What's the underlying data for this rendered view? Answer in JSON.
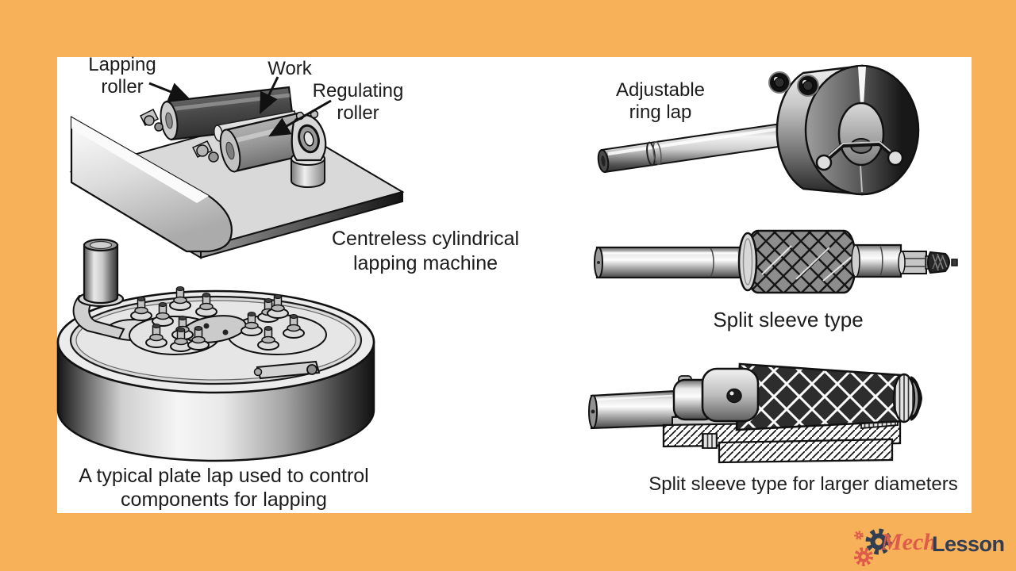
{
  "colors": {
    "background": "#F7B158",
    "card": "#FFFFFF",
    "text": "#1C1C1C",
    "logo_red": "#DE5A4B",
    "logo_navy": "#313D52"
  },
  "figures": {
    "machine": {
      "label_lapping_roller": "Lapping\nroller",
      "label_work": "Work",
      "label_regulating_roller": "Regulating\nroller",
      "caption": "Centreless cylindrical\nlapping machine"
    },
    "plate_lap": {
      "caption": "A typical plate lap used to control\ncomponents for lapping"
    },
    "ring_lap": {
      "label": "Adjustable\nring lap"
    },
    "split_sleeve": {
      "caption": "Split sleeve type"
    },
    "split_sleeve_large": {
      "caption": "Split sleeve type for larger diameters"
    }
  },
  "logo": {
    "brand_prefix": "Mech",
    "brand_suffix": "Lesson"
  }
}
